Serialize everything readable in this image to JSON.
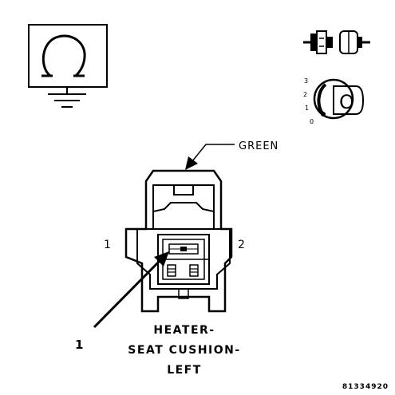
{
  "connector_color_label": "GREEN",
  "pin_labels": {
    "left": "1",
    "right": "2"
  },
  "callout_number": "1",
  "connector_name_lines": [
    "HEATER-",
    "SEAT CUSHION-",
    "LEFT"
  ],
  "ignition_positions": [
    "3",
    "2",
    "1",
    "0"
  ],
  "ignition_key_letter": "O",
  "figure_id": "81334920",
  "icons": {
    "ohmmeter": "ohmmeter-ground-icon",
    "connector": "disconnected-connector-icon",
    "ignition": "ignition-switch-off-icon"
  }
}
